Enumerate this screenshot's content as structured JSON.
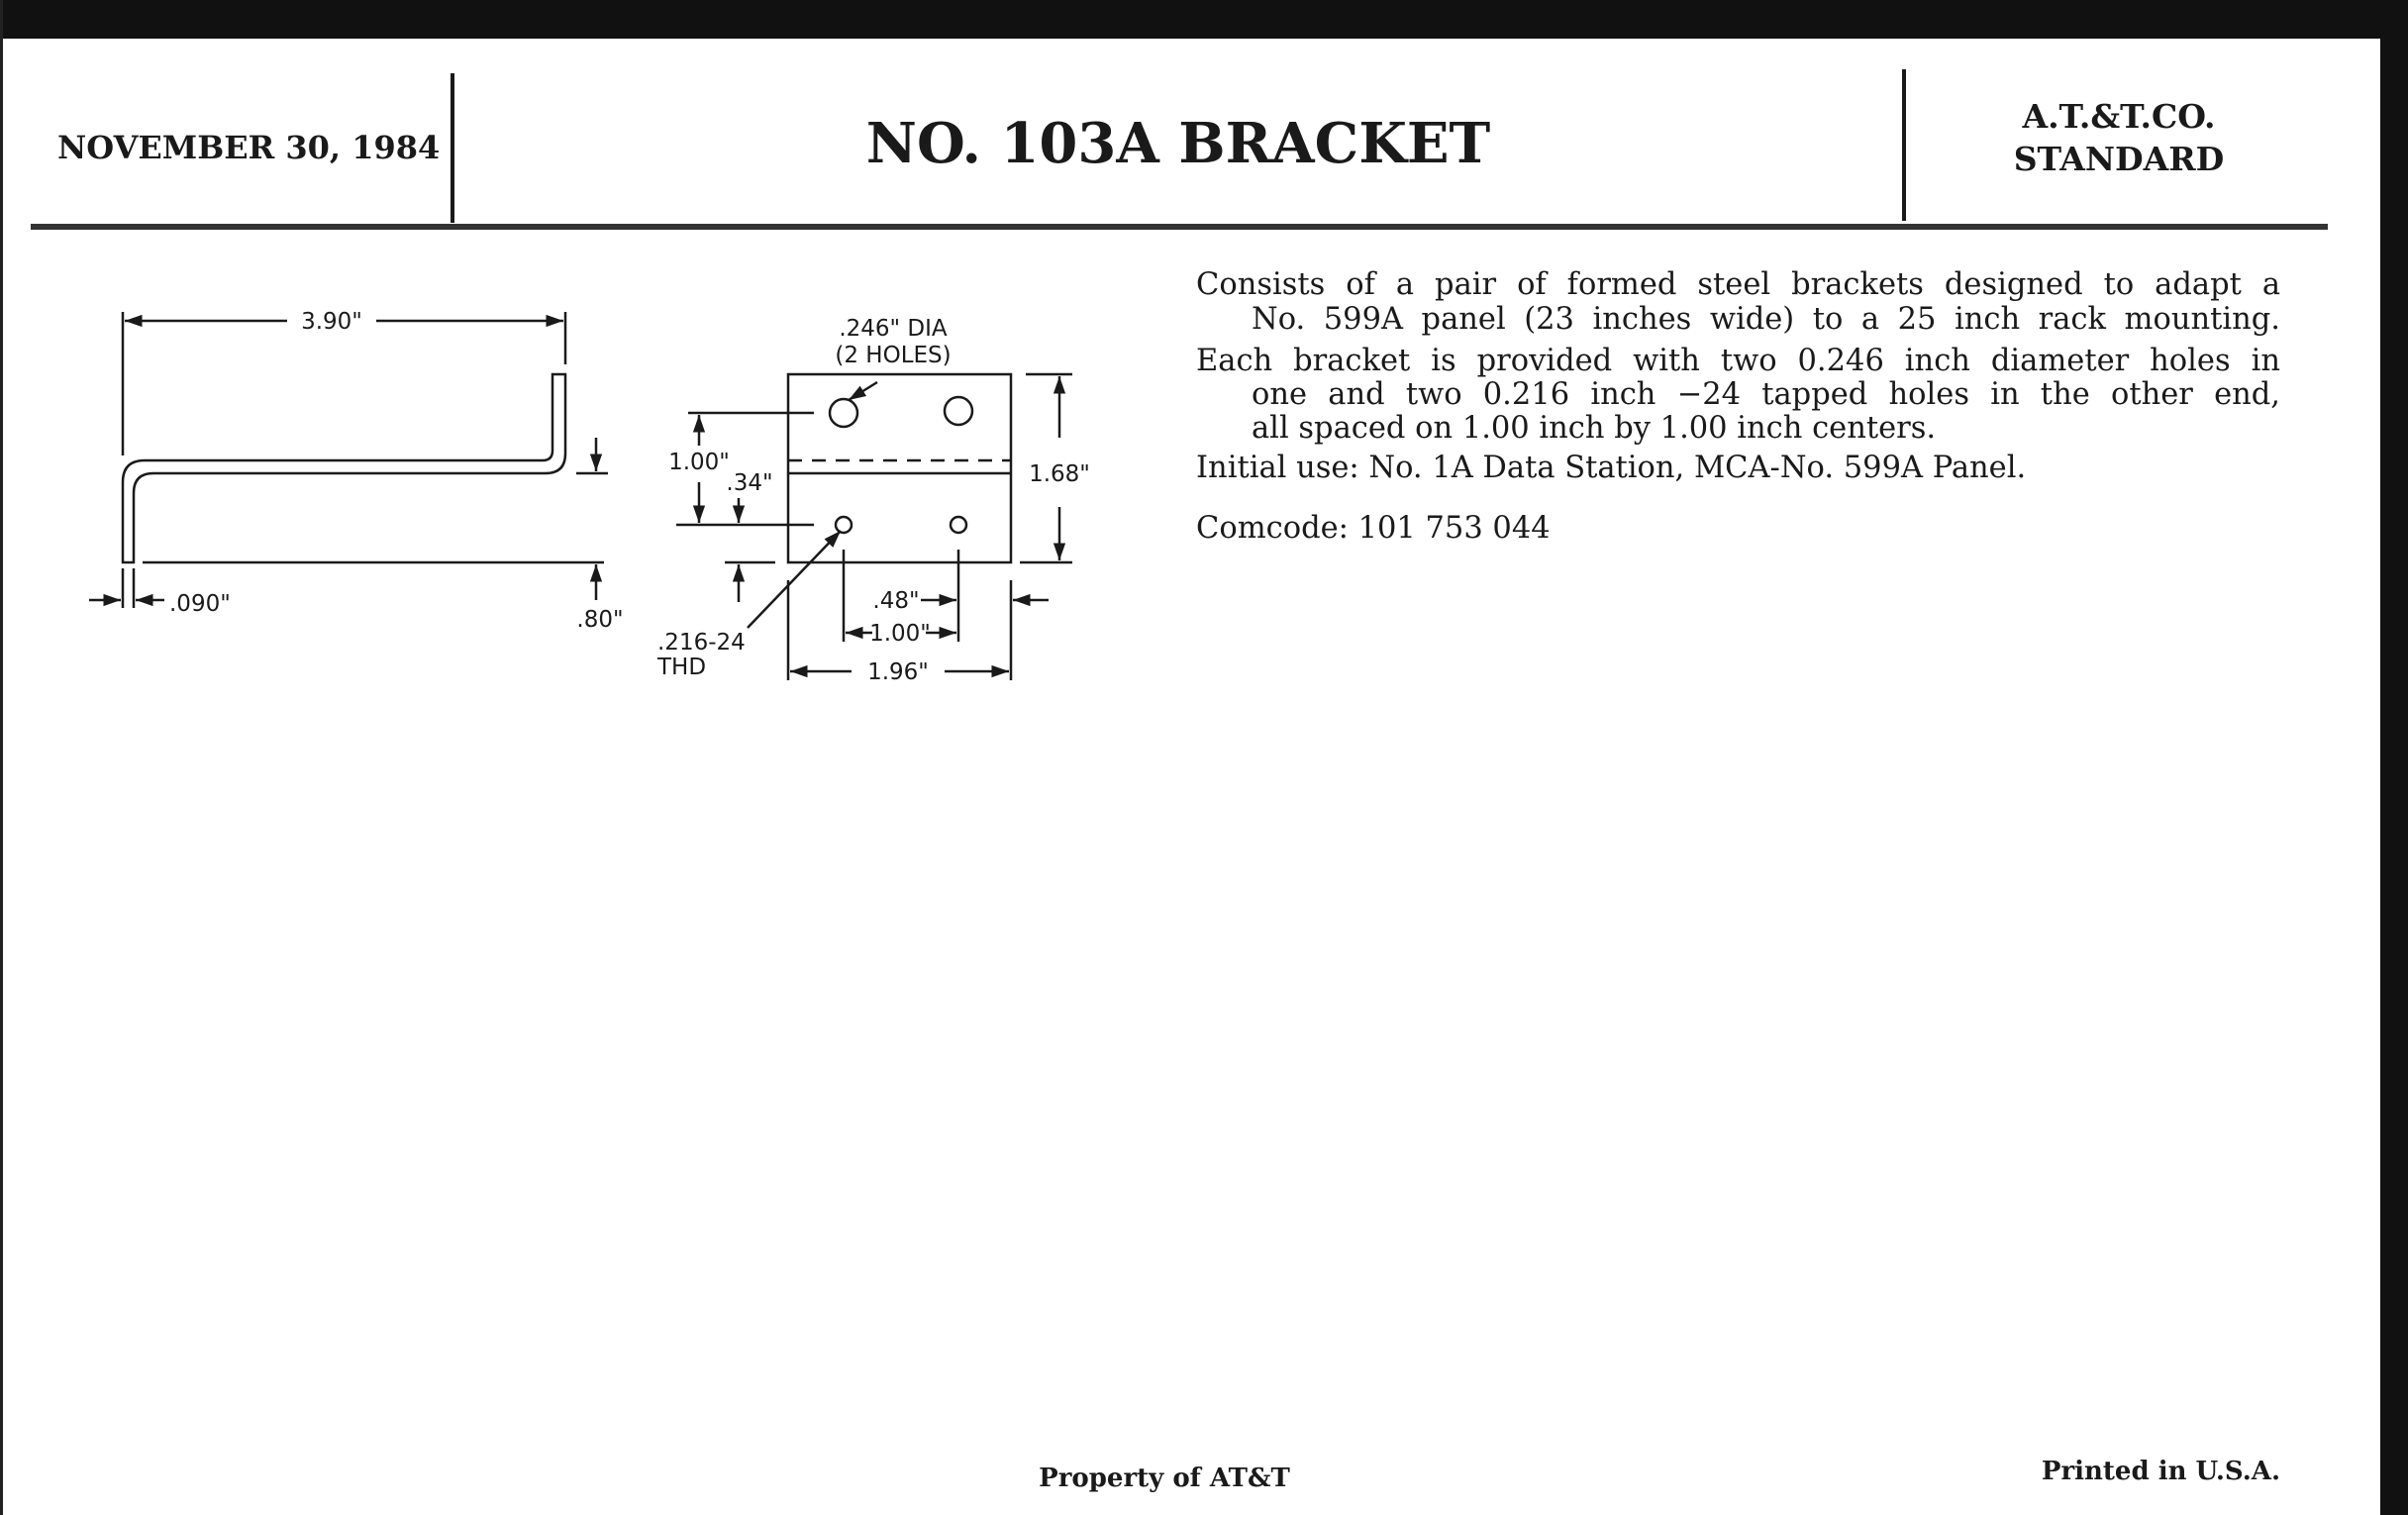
{
  "header": {
    "date": "NOVEMBER 30, 1984",
    "title": "NO. 103A  BRACKET",
    "org_line1": "A.T.&T.CO.",
    "org_line2": "STANDARD"
  },
  "side_view": {
    "length": "3.90\"",
    "thickness": ".090\"",
    "height": ".80\""
  },
  "plan_view": {
    "hole_dia": ".246\" DIA",
    "hole_count": "(2 HOLES)",
    "thread_size": ".216-24",
    "thread_label": "THD",
    "hole_spacing_vertical": "1.00\"",
    "bend_offset": ".34\"",
    "overall_height": "1.68\"",
    "edge_offset": ".48\"",
    "hole_spacing_horizontal": "1.00\"",
    "overall_width": "1.96\""
  },
  "description": {
    "p1_line1": "Consists of a pair of formed steel brackets designed to adapt a",
    "p1_line2": "No. 599A panel (23 inches wide) to a 25 inch rack mounting.",
    "p2_line1": "Each bracket is provided with two 0.246 inch diameter holes in",
    "p2_line2": "one and two 0.216 inch −24 tapped holes in the other end,",
    "p2_line3": "all spaced on 1.00 inch by 1.00 inch centers.",
    "initial_use": "Initial use:  No. 1A Data Station, MCA-No. 599A Panel.",
    "comcode": "Comcode:  101 753 044"
  },
  "footer": {
    "property": "Property of AT&T",
    "printed": "Printed in U.S.A."
  }
}
